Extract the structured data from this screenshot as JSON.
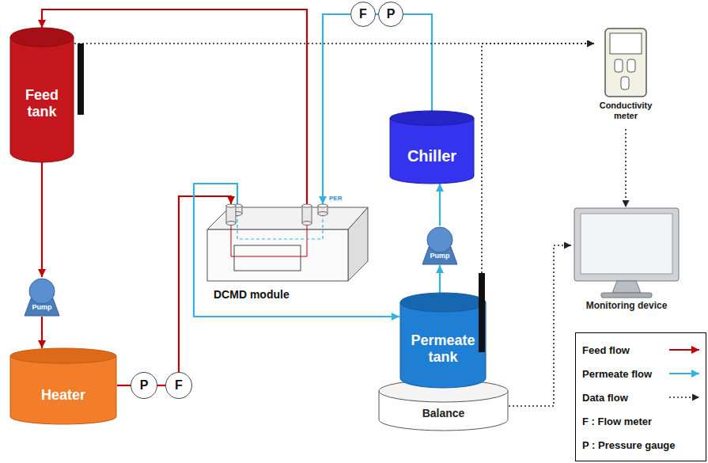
{
  "diagram": {
    "nodes": [
      {
        "text": [
          "Feed tank"
        ]
      },
      {
        "text": [
          "Pump"
        ]
      },
      {
        "text": [
          "Heater"
        ]
      },
      {
        "text": [
          "P"
        ]
      },
      {
        "text": [
          "F"
        ]
      },
      {
        "text": [
          "DCMD module"
        ]
      },
      {
        "text": [
          "F"
        ]
      },
      {
        "text": [
          "P"
        ]
      },
      {
        "text": [
          "Chiller"
        ]
      },
      {
        "text": [
          "Pump"
        ]
      },
      {
        "text": [
          "Permeate tank"
        ]
      },
      {
        "text": [
          "Balance"
        ]
      },
      {
        "text": [
          "Conductivity meter"
        ]
      },
      {
        "text": [
          "Monitoring device"
        ]
      }
    ],
    "edges": [
      {
        "from": 0,
        "to": 1,
        "arrow": "to"
      },
      {
        "from": 1,
        "to": 2,
        "arrow": "to"
      },
      {
        "from": 2,
        "to": 3,
        "arrow": "none"
      },
      {
        "from": 3,
        "to": 4,
        "arrow": "none"
      },
      {
        "from": 4,
        "to": 5,
        "arrow": "to"
      },
      {
        "from": 5,
        "to": 0,
        "arrow": "to"
      },
      {
        "from": 10,
        "to": 9,
        "arrow": "to"
      },
      {
        "from": 9,
        "to": 8,
        "arrow": "to"
      },
      {
        "from": 8,
        "to": 7,
        "arrow": "none"
      },
      {
        "from": 7,
        "to": 6,
        "arrow": "none"
      },
      {
        "from": 6,
        "to": 5,
        "arrow": "to"
      },
      {
        "from": 5,
        "to": 10,
        "arrow": "to"
      },
      {
        "from": 0,
        "to": 12,
        "arrow": "to"
      },
      {
        "from": 10,
        "to": 12,
        "arrow": "to"
      },
      {
        "from": 12,
        "to": 13,
        "arrow": "to"
      },
      {
        "from": 11,
        "to": 13,
        "arrow": "to"
      }
    ],
    "labels": [
      "PER"
    ],
    "legend": [
      {
        "text": "Feed flow"
      },
      {
        "text": "Permeate flow"
      },
      {
        "text": "Data flow"
      },
      {
        "text": "F : Flow meter"
      },
      {
        "text": "P : Pressure gauge"
      }
    ]
  }
}
